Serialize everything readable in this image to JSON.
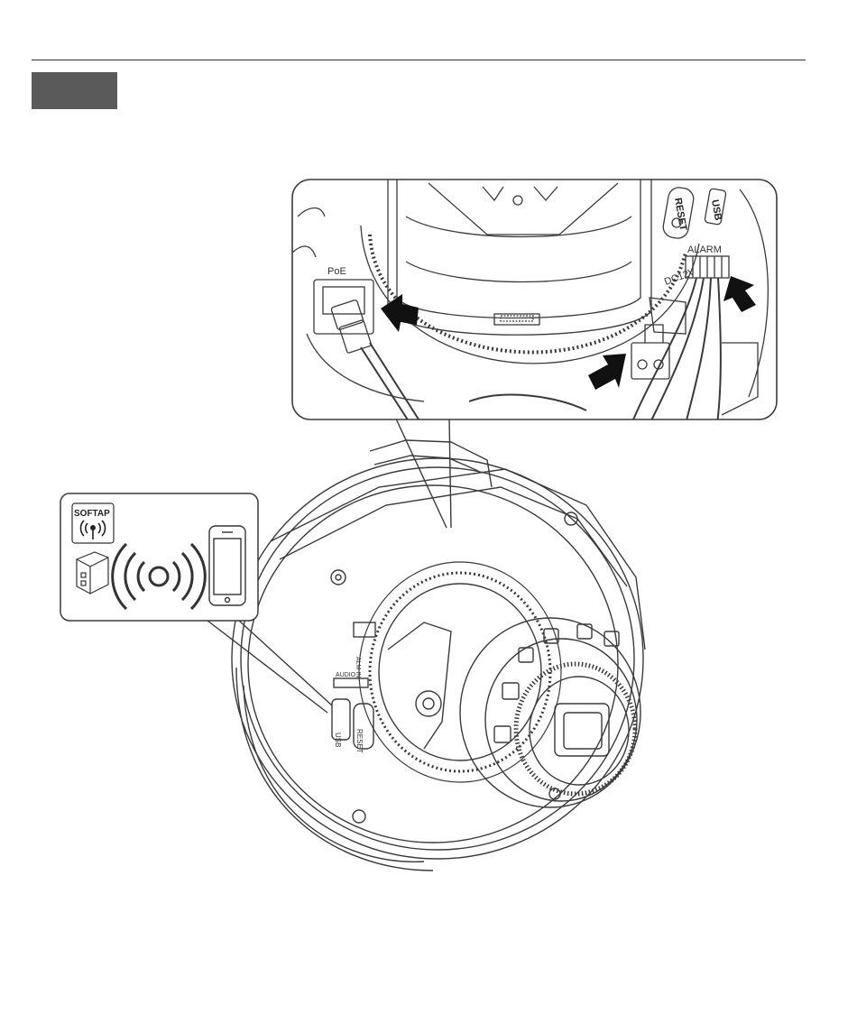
{
  "header": {
    "tab_label": ""
  },
  "callout_top": {
    "port_poe": "PoE",
    "port_reset": "RESET",
    "port_usb": "USB",
    "port_alarm": "ALARM",
    "port_dc": "DC12V"
  },
  "callout_left": {
    "softap_label": "SOFTAP"
  },
  "camera_labels": {
    "usb": "USB",
    "reset": "RESET",
    "audio": "AUDIO",
    "alarm_in": "ALM IN"
  },
  "colors": {
    "line": "#3a3a3a",
    "arrow": "#111111",
    "tab": "#5a5a5a"
  }
}
